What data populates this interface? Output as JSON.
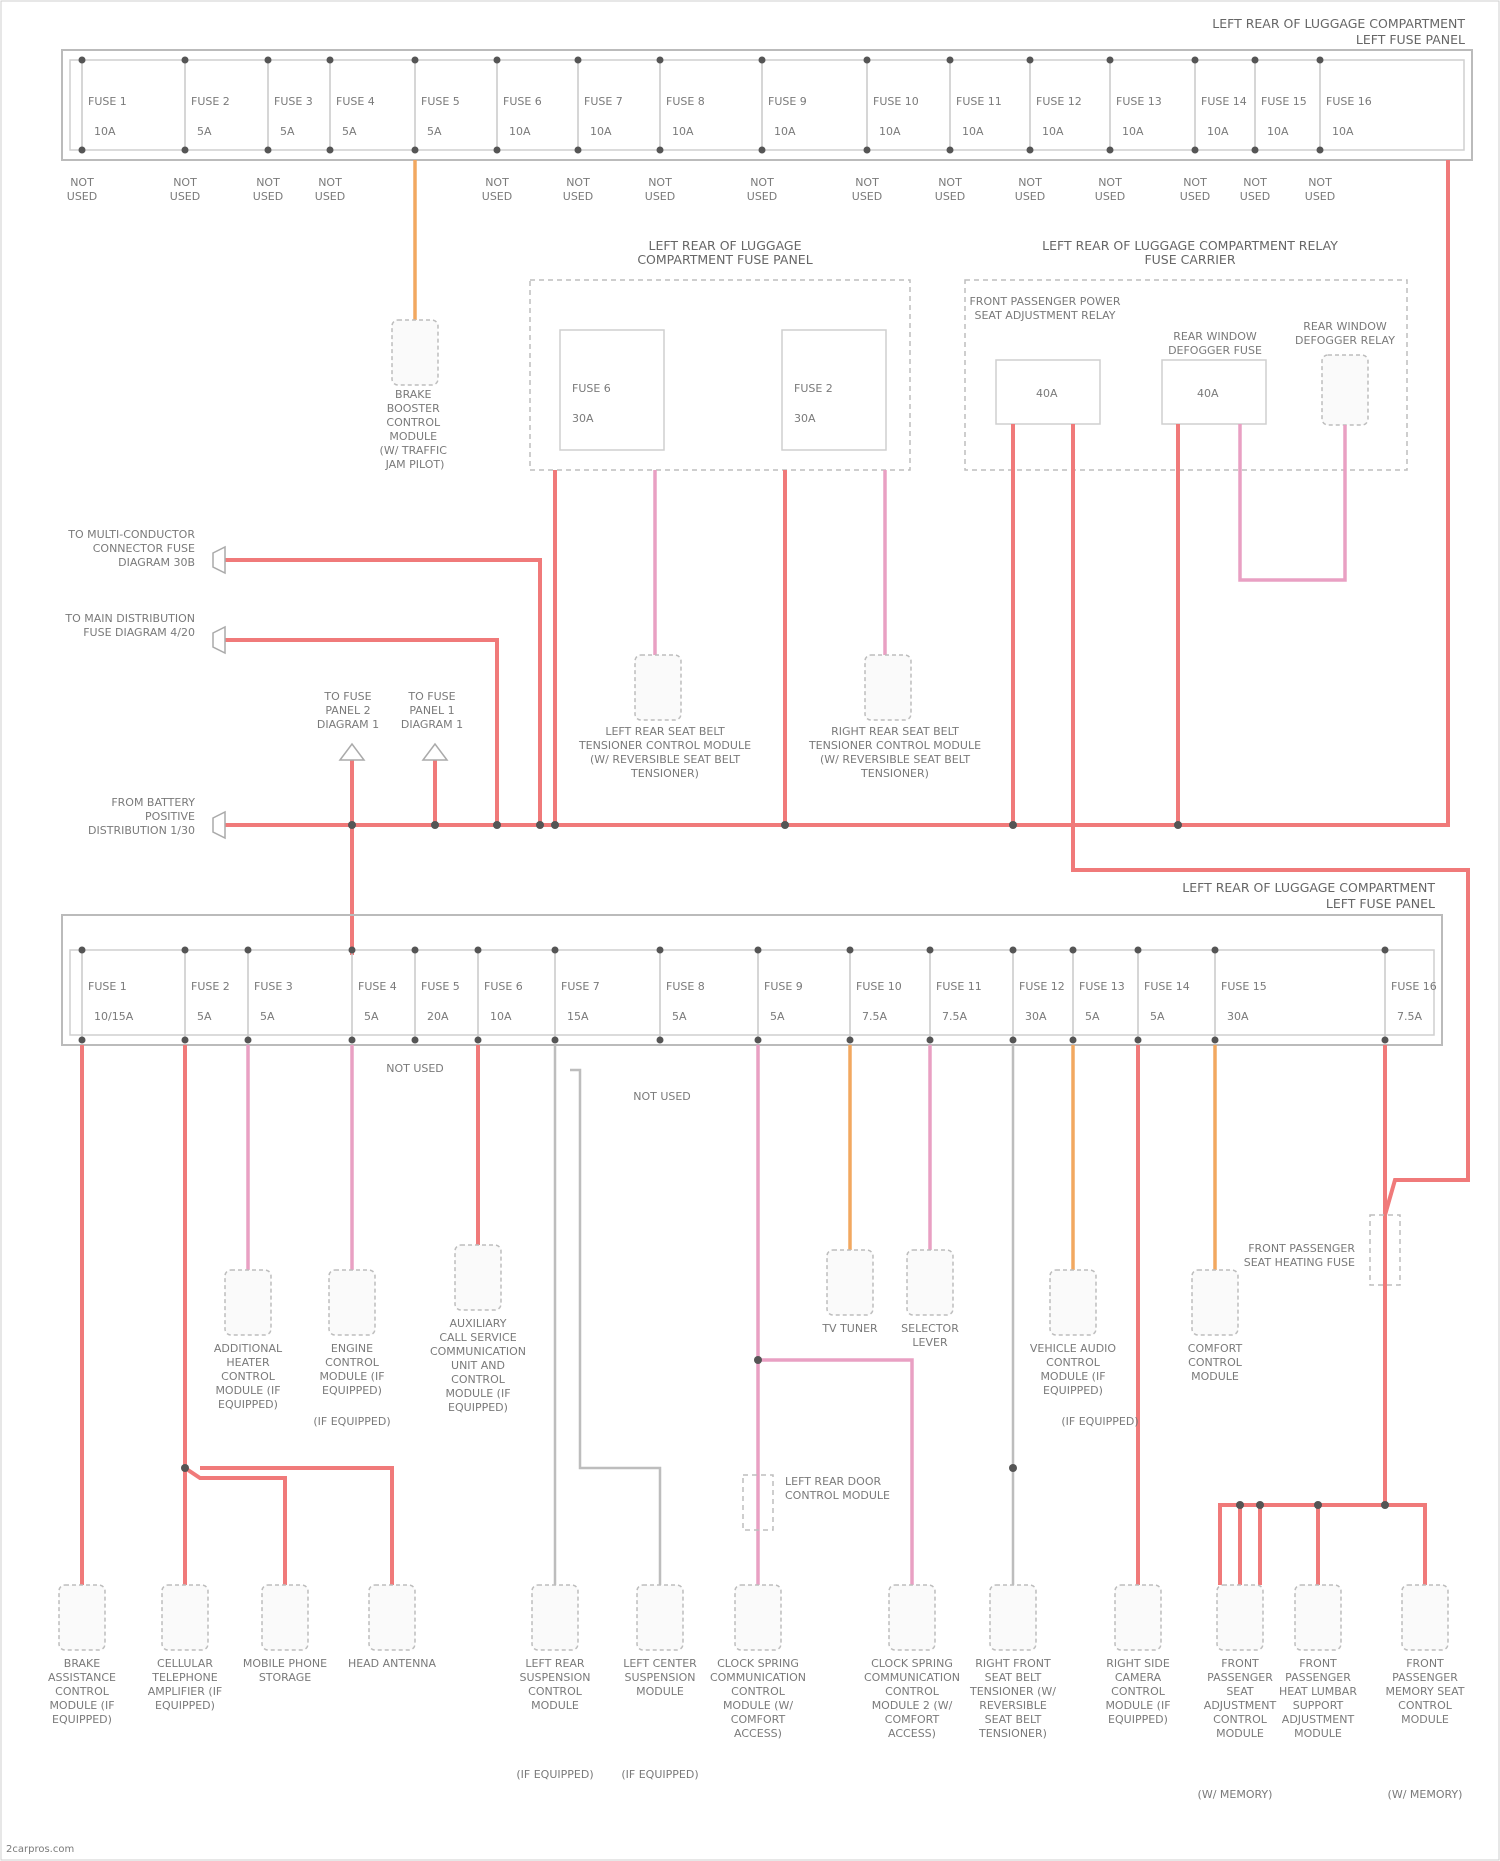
{
  "titles": {
    "top_panel": "LEFT REAR OF LUGGAGE COMPARTMENT",
    "top_panel_sub": "LEFT FUSE PANEL",
    "mid_box": "LEFT REAR OF LUGGAGE COMPARTMENT FUSE PANEL",
    "right_box": "LEFT REAR OF LUGGAGE COMPARTMENT RELAY FUSE CARRIER",
    "bottom_panel": "LEFT REAR OF LUGGAGE COMPARTMENT",
    "bottom_panel_sub": "LEFT FUSE PANEL"
  },
  "top_fuses": [
    {
      "name": "FUSE 1",
      "rating": "10A",
      "label": "NOT USED"
    },
    {
      "name": "FUSE 2",
      "rating": "5A",
      "label": "NOT USED"
    },
    {
      "name": "FUSE 3",
      "rating": "5A",
      "label": "NOT USED"
    },
    {
      "name": "FUSE 4",
      "rating": "5A",
      "label": "NOT USED"
    },
    {
      "name": "FUSE 5",
      "rating": "5A",
      "label": ""
    },
    {
      "name": "FUSE 6",
      "rating": "10A",
      "label": "NOT USED"
    },
    {
      "name": "FUSE 7",
      "rating": "10A",
      "label": "NOT USED"
    },
    {
      "name": "FUSE 8",
      "rating": "10A",
      "label": "NOT USED"
    },
    {
      "name": "FUSE 9",
      "rating": "10A",
      "label": "NOT USED"
    },
    {
      "name": "FUSE 10",
      "rating": "10A",
      "label": "NOT USED"
    },
    {
      "name": "FUSE 11",
      "rating": "10A",
      "label": "NOT USED"
    },
    {
      "name": "FUSE 12",
      "rating": "10A",
      "label": "NOT USED"
    },
    {
      "name": "FUSE 13",
      "rating": "10A",
      "label": "NOT USED"
    },
    {
      "name": "FUSE 14",
      "rating": "10A",
      "label": "NOT USED"
    },
    {
      "name": "FUSE 15",
      "rating": "10A",
      "label": "NOT USED"
    },
    {
      "name": "FUSE 16",
      "rating": "10A",
      "label": "NOT USED"
    }
  ],
  "top_components": {
    "brake_booster": "BRAKE BOOSTER CONTROL MODULE (W/ TRAFFIC JAM PILOT)"
  },
  "mid_box": {
    "fuse_a": "FUSE 6",
    "fuse_a_rating": "30A",
    "fuse_b": "FUSE 2",
    "fuse_b_rating": "30A",
    "left_module": "LEFT REAR SEAT BELT TENSIONER CONTROL MODULE (W/ REVERSIBLE SEAT BELT TENSIONER)",
    "right_module": "RIGHT REAR SEAT BELT TENSIONER CONTROL MODULE (W/ REVERSIBLE SEAT BELT TENSIONER)"
  },
  "right_box": {
    "front_pass": "FRONT PASSENGER POWER SEAT ADJUSTMENT RELAY",
    "front_pass_rating": "40A",
    "rear_window": "REAR WINDOW DEFOGGER FUSE",
    "rear_window_rating": "40A",
    "rear_relay": "REAR WINDOW DEFOGGER RELAY"
  },
  "left_refs": [
    {
      "label": "TO MULTI-CONDUCTOR CONNECTOR FUSE DIAGRAM 30B"
    },
    {
      "label": "TO MAIN DISTRIBUTION FUSE DIAGRAM 4/20"
    },
    {
      "label": "FROM BATTERY POSITIVE DISTRIBUTION 1/30"
    }
  ],
  "fuse_panel_refs": [
    {
      "label": "TO FUSE PANEL 2 DIAGRAM 1"
    },
    {
      "label": "TO FUSE PANEL 1 DIAGRAM 1"
    }
  ],
  "bottom_fuses": [
    {
      "name": "FUSE 1",
      "rating": "10/15A"
    },
    {
      "name": "FUSE 2",
      "rating": "5A"
    },
    {
      "name": "FUSE 3",
      "rating": "5A"
    },
    {
      "name": "FUSE 4",
      "rating": "5A"
    },
    {
      "name": "FUSE 5",
      "rating": "20A"
    },
    {
      "name": "FUSE 6",
      "rating": "10A"
    },
    {
      "name": "FUSE 7",
      "rating": "15A"
    },
    {
      "name": "FUSE 8",
      "rating": "5A"
    },
    {
      "name": "FUSE 9",
      "rating": "5A"
    },
    {
      "name": "FUSE 10",
      "rating": "7.5A"
    },
    {
      "name": "FUSE 11",
      "rating": "7.5A"
    },
    {
      "name": "FUSE 12",
      "rating": "30A"
    },
    {
      "name": "FUSE 13",
      "rating": "5A"
    },
    {
      "name": "FUSE 14",
      "rating": "5A"
    },
    {
      "name": "FUSE 15",
      "rating": "30A"
    },
    {
      "name": "FUSE 16",
      "rating": "7.5A"
    }
  ],
  "bottom_notused": [
    "NOT USED",
    "NOT USED"
  ],
  "mid_row_components": [
    {
      "label": "ADDITIONAL HEATER CONTROL MODULE (IF EQUIPPED)"
    },
    {
      "label": "ENGINE CONTROL MODULE (IF EQUIPPED)"
    },
    {
      "label": "AUXILIARY CALL SERVICE COMMUNICATION UNIT AND CONTROL MODULE (IF EQUIPPED)"
    },
    {
      "label": "TV TUNER"
    },
    {
      "label": "SELECTOR LEVER"
    },
    {
      "label": "VEHICLE AUDIO CONTROL MODULE (IF EQUIPPED)"
    },
    {
      "label": "COMFORT CONTROL MODULE"
    }
  ],
  "front_pass_seat_fuse": "FRONT PASSENGER SEAT HEATING FUSE",
  "left_rear_door_ctrl": "LEFT REAR DOOR CONTROL MODULE",
  "bottom_row_components": [
    {
      "label": "BRAKE ASSISTANCE CONTROL MODULE (IF EQUIPPED)"
    },
    {
      "label": "CELLULAR TELEPHONE AMPLIFIER (IF EQUIPPED)"
    },
    {
      "label": "MOBILE PHONE STORAGE"
    },
    {
      "label": "HEAD ANTENNA"
    },
    {
      "label": "LEFT REAR SUSPENSION CONTROL MODULE"
    },
    {
      "label": "LEFT CENTER SUSPENSION MODULE"
    },
    {
      "label": "CLOCK SPRING COMMUNICATION CONTROL MODULE (W/ COMFORT ACCESS)"
    },
    {
      "label": "CLOCK SPRING COMMUNICATION CONTROL MODULE 2 (W/ COMFORT ACCESS)"
    },
    {
      "label": "RIGHT FRONT SEAT BELT TENSIONER (W/ REVERSIBLE SEAT BELT TENSIONER)"
    },
    {
      "label": "RIGHT SIDE CAMERA CONTROL MODULE (IF EQUIPPED)"
    },
    {
      "label": "FRONT PASSENGER SEAT ADJUSTMENT CONTROL MODULE"
    },
    {
      "label": "FRONT PASSENGER HEAT LUMBAR SUPPORT ADJUSTMENT MODULE"
    },
    {
      "label": "FRONT PASSENGER MEMORY SEAT CONTROL MODULE"
    }
  ],
  "bottom_sub_notes": [
    "(IF EQUIPPED)",
    "(IF EQUIPPED)",
    "(IF EQUIPPED)",
    "(IF EQUIPPED)",
    "(W/ MEMORY)",
    "(W/ MEMORY)"
  ],
  "watermark": "2carpros.com"
}
